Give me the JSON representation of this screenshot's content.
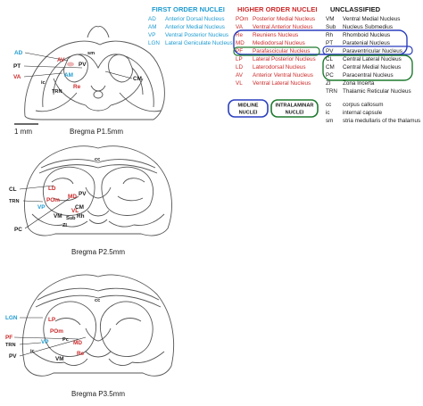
{
  "colors": {
    "first_order": "#1f9bd0",
    "higher_order": "#cc2a2a",
    "unclassified": "#1a1a1a",
    "midline_box": "#2a3fbf",
    "intralaminar_box": "#1f7a2f"
  },
  "legend": {
    "first_order": {
      "title": "FIRST ORDER NUCLEI",
      "items": [
        {
          "abbr": "AD",
          "name": "Anterior Dorsal Nucleus"
        },
        {
          "abbr": "AM",
          "name": "Anterior  Medial Nucleus"
        },
        {
          "abbr": "VP",
          "name": "Ventral Posterior Nucleus"
        },
        {
          "abbr": "LGN",
          "name": "Lateral Geniculate Nucleus"
        }
      ]
    },
    "higher_order": {
      "title": "HIGHER ORDER NUCLEI",
      "items": [
        {
          "abbr": "POm",
          "name": "Posterior Medial Nucleus"
        },
        {
          "abbr": "VA",
          "name": "Ventral Anterior Nucleus"
        },
        {
          "abbr": "Re",
          "name": "Reuniens Nucleus"
        },
        {
          "abbr": "MD",
          "name": "Mediodorsal Nucleus"
        },
        {
          "abbr": "PF",
          "name": "Parafascicular Nucleus"
        },
        {
          "abbr": "LP",
          "name": "Lateral Posterior Nucleus"
        },
        {
          "abbr": "LD",
          "name": "Laterodorsal Nucleus"
        },
        {
          "abbr": "AV",
          "name": "Anterior  Ventral Nucleus"
        },
        {
          "abbr": "VL",
          "name": "Ventral Lateral Nucleus"
        }
      ]
    },
    "unclassified": {
      "title": "UNCLASSIFIED",
      "items": [
        {
          "abbr": "VM",
          "name": "Ventral Medial Nucleus"
        },
        {
          "abbr": "Sub",
          "name": "Nucleus Submedius"
        },
        {
          "abbr": "Rh",
          "name": "Rhomboid Nucleus"
        },
        {
          "abbr": "PT",
          "name": "Paratenial Nucleus"
        },
        {
          "abbr": "PV",
          "name": "Paraventricular Nucleus"
        },
        {
          "abbr": "CL",
          "name": "Central Lateral Nucleus"
        },
        {
          "abbr": "CM",
          "name": "Central Medial Nucleus"
        },
        {
          "abbr": "PC",
          "name": "Paracentral Nucleus"
        },
        {
          "abbr": "ZI",
          "name": "Zona Incerta"
        },
        {
          "abbr": "TRN",
          "name": "Thalamic Reticular Nucleus"
        }
      ]
    },
    "keys": {
      "midline": [
        "MIDLINE",
        "NUCLEI"
      ],
      "intralaminar": [
        "INTRALAMINAR",
        "NUCLEI"
      ]
    },
    "other": [
      {
        "abbr": "cc",
        "name": "corpus callosum"
      },
      {
        "abbr": "ic",
        "name": "internal capsule"
      },
      {
        "abbr": "sm",
        "name": "stria medullaris of the thalamus"
      }
    ]
  },
  "scale_bar": "1 mm",
  "sections": [
    {
      "caption": "Bregma P1.5mm",
      "labels": {
        "AD": "AD",
        "PT": "PT",
        "VA": "VA",
        "ic": "ic",
        "TRN": "TRN",
        "sm": "sm",
        "AV": "AV",
        "PV": "PV",
        "AM": "AM",
        "Re": "Re",
        "CM": "CM"
      }
    },
    {
      "caption": "Bregma P2.5mm",
      "labels": {
        "cc": "cc",
        "CL": "CL",
        "TRN": "TRN",
        "LD": "LD",
        "POm": "POm",
        "VP": "VP",
        "PC": "PC",
        "MD": "MD",
        "PV": "PV",
        "VL": "VL",
        "CM": "CM",
        "Rh": "Rh",
        "VM": "VM",
        "Sub": "Sub",
        "ZI": "ZI"
      }
    },
    {
      "caption": "Bregma P3.5mm",
      "labels": {
        "cc": "cc",
        "LGN": "LGN",
        "LP": "LP",
        "POm": "POm",
        "PF": "PF",
        "TRN": "TRN",
        "VP": "VP",
        "ic": "ic",
        "PV": "PV",
        "Pc": "Pc",
        "MD": "MD",
        "VM": "VM",
        "Re": "Re"
      }
    }
  ]
}
